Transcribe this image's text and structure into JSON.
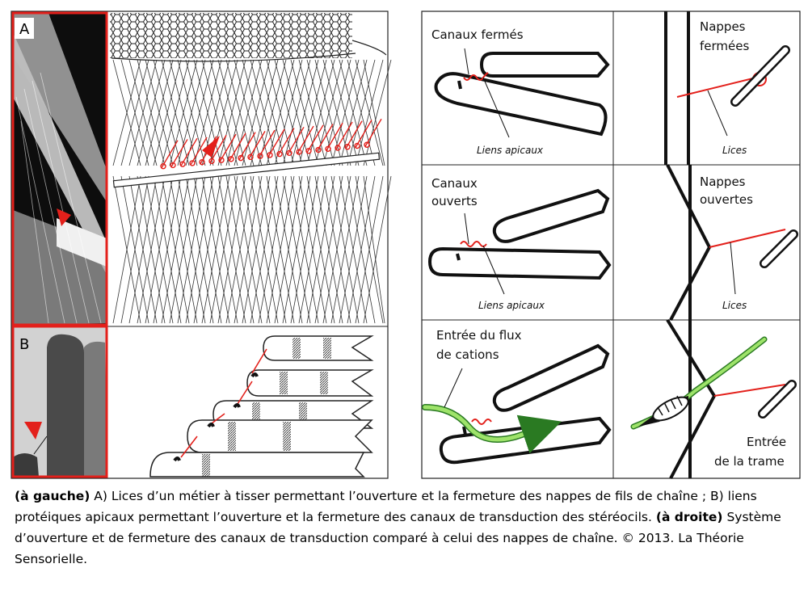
{
  "panels": {
    "left": {
      "photo_a_letter": "A",
      "photo_b_letter": "B"
    },
    "right": {
      "rows": [
        {
          "stereocil_label_lines": [
            "Canaux fermés"
          ],
          "link_label": "Liens apicaux",
          "loom_label_lines": [
            "Nappes",
            "fermées"
          ],
          "loom_sublabel": "Lices"
        },
        {
          "stereocil_label_lines": [
            "Canaux",
            "ouverts"
          ],
          "link_label": "Liens apicaux",
          "loom_label_lines": [
            "Nappes",
            "ouvertes"
          ],
          "loom_sublabel": "Lices"
        },
        {
          "stereocil_label_lines": [
            "Entrée du flux",
            "de cations"
          ],
          "link_label": "",
          "loom_label_lines": [
            "Entrée",
            "de la trame"
          ],
          "loom_sublabel": ""
        }
      ]
    }
  },
  "colors": {
    "accent_red": "#e3201b",
    "flux_green": "#9ee36a",
    "frame_red": "#d9231d"
  },
  "caption": {
    "part1_bold": "(à gauche)",
    "part1_text": " A) Lices d’un métier à tisser permettant l’ouverture et la fermeture des nappes de fils de chaîne ; B) liens protéiques apicaux permettant l’ouverture et la fermeture des canaux de transduction des stéréocils. ",
    "part2_bold": "(à droite)",
    "part2_text": " Système d’ouverture et de fermeture des canaux de transduction comparé à celui des nappes de chaîne. © 2013. La Théorie Sensorielle."
  }
}
